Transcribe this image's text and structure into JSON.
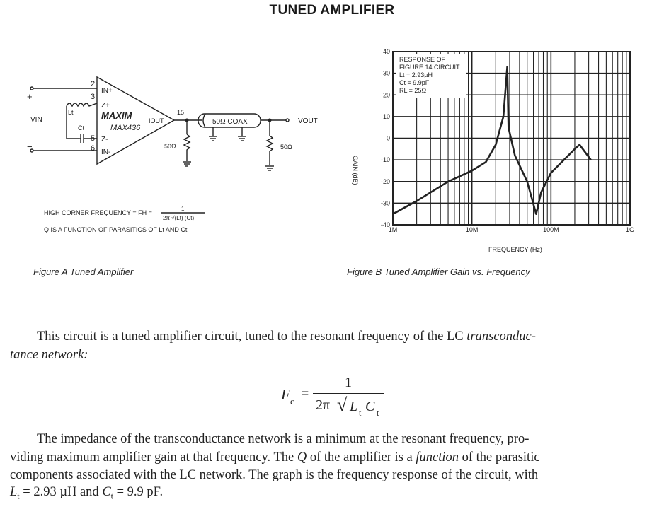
{
  "title": "TUNED AMPLIFIER",
  "figure_a": {
    "caption": "Figure A Tuned Amplifier",
    "pins": {
      "p2": "2",
      "p3": "3",
      "p5": "5",
      "p6": "6",
      "p15": "15"
    },
    "pin_labels": {
      "in_plus": "IN+",
      "z_plus": "Z+",
      "z_minus": "Z-",
      "in_minus": "IN-",
      "iout": "IOUT"
    },
    "plus": "+",
    "minus": "−",
    "vin": "VIN",
    "vout": "VOUT",
    "lt": "Lt",
    "ct": "Ct",
    "brand": "MAXIM",
    "part": "MAX436",
    "r1": "50Ω",
    "r2": "50Ω",
    "coax": "50Ω COAX",
    "formula_label": "HIGH CORNER FREQUENCY = FH =",
    "formula_num": "1",
    "formula_den": "2π √(Lt) (Ct)",
    "note": "Q IS A FUNCTION OF PARASITICS OF Lt AND Ct"
  },
  "figure_b": {
    "caption": "Figure B Tuned Amplifier Gain vs. Frequency"
  },
  "chart_data": {
    "type": "line",
    "title": "",
    "xlabel": "FREQUENCY (Hz)",
    "ylabel": "GAIN (dB)",
    "xscale": "log",
    "xlim_mhz": [
      1,
      1000
    ],
    "ylim": [
      -40,
      40
    ],
    "x_ticks": [
      "1M",
      "10M",
      "100M",
      "1G"
    ],
    "y_ticks": [
      "40",
      "30",
      "20",
      "10",
      "0",
      "-10",
      "-20",
      "-30",
      "-40"
    ],
    "grid": true,
    "annotation": [
      "RESPONSE OF",
      "FIGURE 14 CIRCUIT",
      "Lt = 2.93µH",
      "Ct = 9.9pF",
      "RL = 25Ω"
    ],
    "series": [
      {
        "name": "Gain",
        "x_mhz": [
          1,
          2,
          5,
          10,
          15,
          20,
          25,
          28,
          29,
          35,
          50,
          65,
          75,
          100,
          200,
          230,
          320
        ],
        "y_db": [
          -35,
          -29,
          -20,
          -15,
          -11,
          -3,
          10,
          33,
          5,
          -8,
          -20,
          -35,
          -25,
          -16,
          -5,
          -3,
          -10
        ]
      }
    ]
  },
  "body": {
    "p1_line1_a": "This circuit is a tuned amplifier circuit, tuned to the resonant frequency of the LC ",
    "p1_line1_b": "transconduc-",
    "p1_line2_a": "tance network:",
    "eq_lhs": "F",
    "eq_lhs_sub": "c",
    "eq_eq": "=",
    "eq_num": "1",
    "eq_2pi": "2π",
    "eq_L": "L",
    "eq_L_sub": "t",
    "eq_C": "C",
    "eq_C_sub": "t",
    "p2_line1": "The impedance of the transconductance network is a minimum at the resonant frequency, pro-",
    "p2_line2_a": "viding maximum amplifier gain at that frequency. The ",
    "p2_line2_q": "Q",
    "p2_line2_b": " of the amplifier is a ",
    "p2_line2_c": "function",
    "p2_line2_d": " of the parasitic",
    "p2_line3": "components associated with the LC network. The graph is the frequency response of the circuit, with",
    "p2_line4_L": "L",
    "p2_line4_Lsub": "t",
    "p2_line4_a": " = 2.93 µH and ",
    "p2_line4_C": "C",
    "p2_line4_Csub": "t",
    "p2_line4_b": " = 9.9 pF."
  }
}
